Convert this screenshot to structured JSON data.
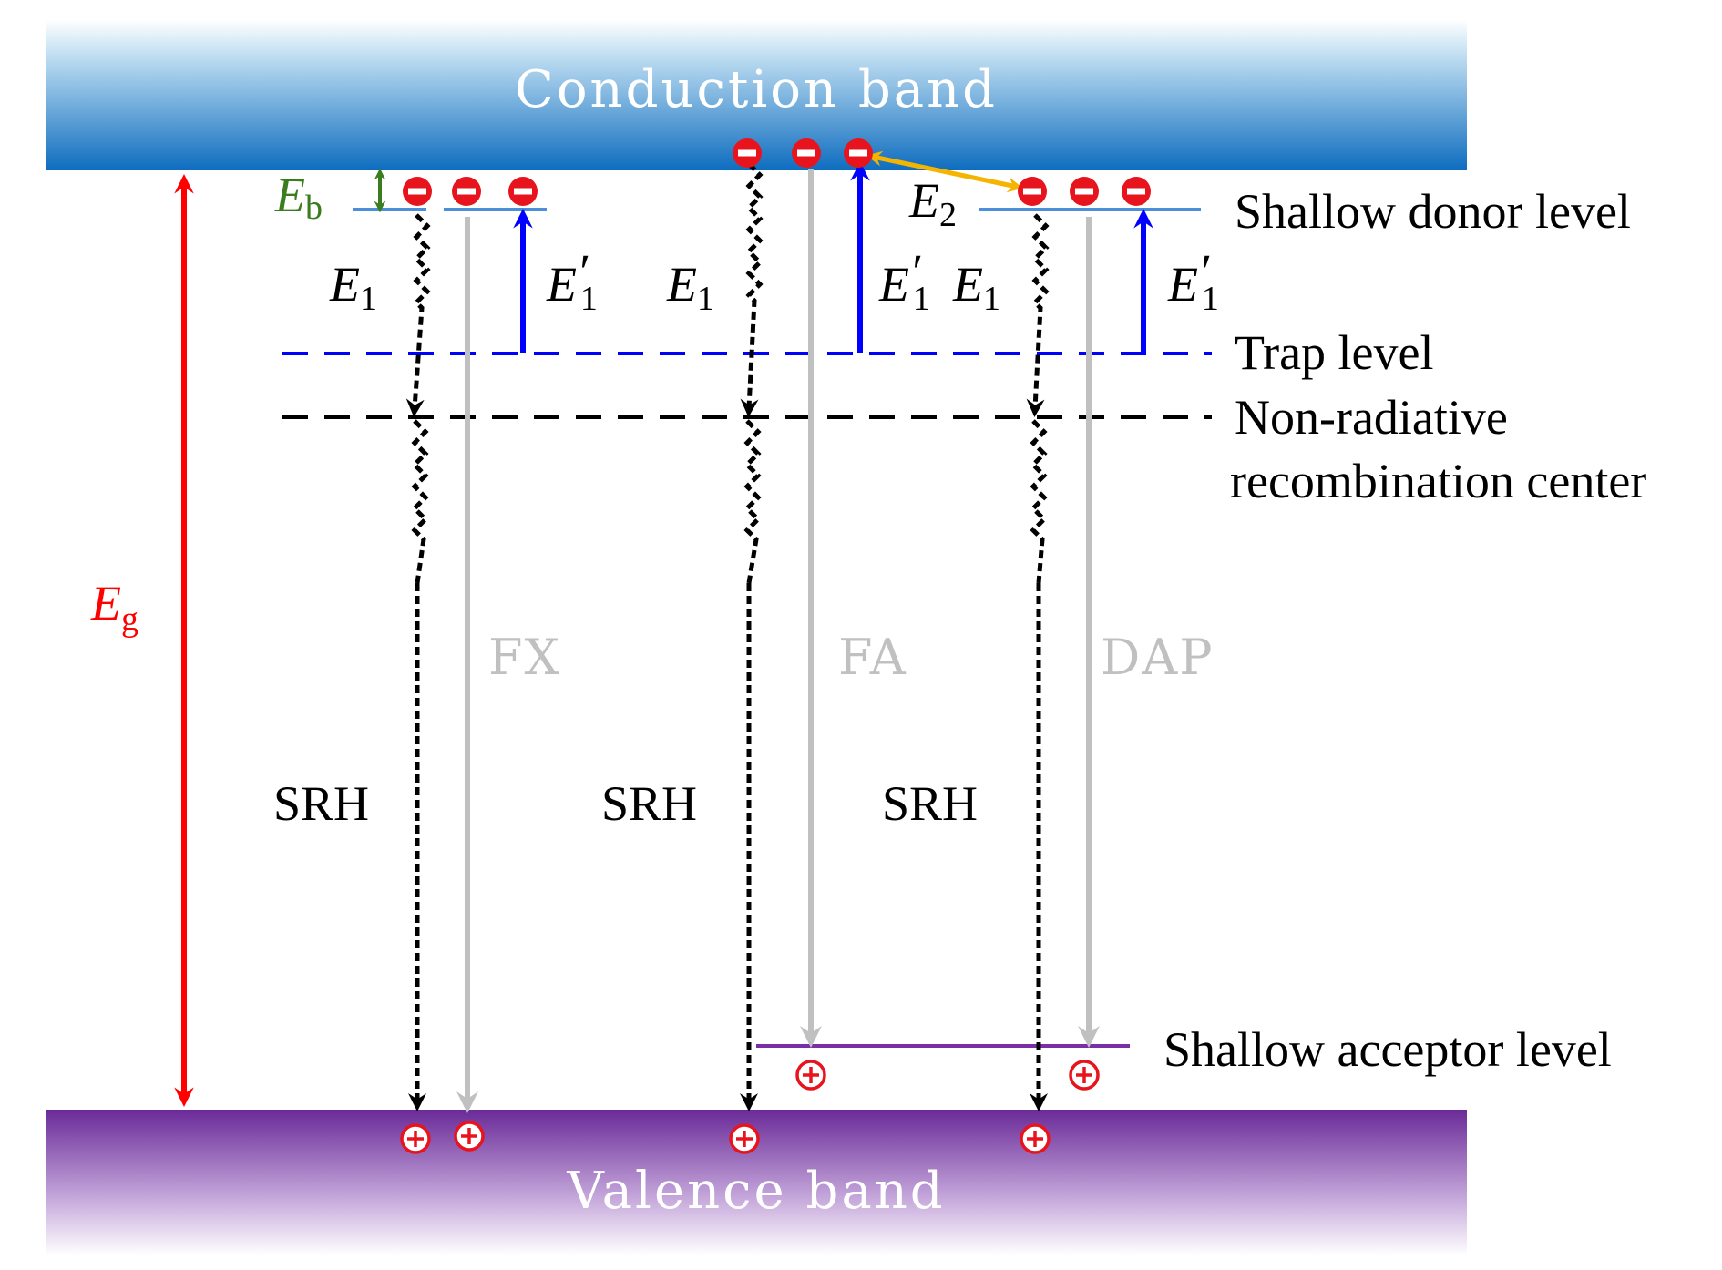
{
  "bands": {
    "conduction": "Conduction band",
    "valence": "Valence band"
  },
  "levels": {
    "shallow_donor": "Shallow donor level",
    "trap": "Trap level",
    "nonrad_line1": "Non-radiative",
    "nonrad_line2": "recombination center",
    "shallow_acceptor": "Shallow acceptor level"
  },
  "processes": {
    "srh": "SRH",
    "fx": "FX",
    "fa": "FA",
    "dap": "DAP"
  },
  "energies": {
    "E": "E",
    "sub_g": "g",
    "sub_b": "b",
    "sub_1": "1",
    "sub_2": "2",
    "prime": "′"
  },
  "colors": {
    "conduction_top": "#e8f3fb",
    "conduction_bottom": "#0e6dbf",
    "valence_top": "#6a2a98",
    "valence_bottom": "#f7f2fa",
    "eg_arrow": "#ff0000",
    "eb_arrow": "#3a7d1e",
    "blue_arrow": "#0000ff",
    "gray_arrow": "#c0c0c0",
    "orange_arrow": "#f5b400",
    "donor_line": "#4a8fd8",
    "acceptor_line": "#7a2fa6",
    "charge": "#e8141d"
  },
  "icons": {
    "electron": "minus-circle-icon",
    "hole": "plus-circle-icon"
  }
}
